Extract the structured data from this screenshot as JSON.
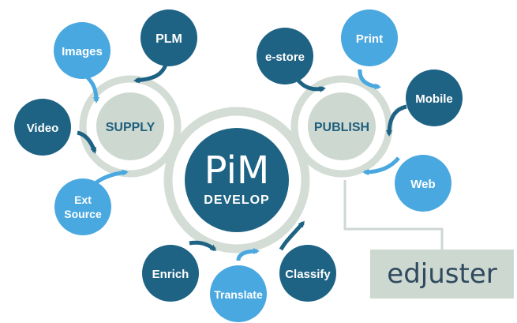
{
  "colors": {
    "dark": "#1e6384",
    "light": "#4aa8e0",
    "ring": "#d3ddd6",
    "hub_fill": "#cdd8d1",
    "logo_box": "#cdd8d1"
  },
  "center": {
    "title": "PiM",
    "subtitle": "DEVELOP"
  },
  "hubs": {
    "supply": "SUPPLY",
    "publish": "PUBLISH"
  },
  "nodes": {
    "plm": "PLM",
    "images": "Images",
    "video": "Video",
    "ext_source_line1": "Ext",
    "ext_source_line2": "Source",
    "estore": "e-store",
    "print": "Print",
    "mobile": "Mobile",
    "web": "Web",
    "enrich": "Enrich",
    "translate": "Translate",
    "classify": "Classify"
  },
  "logo": {
    "text": "edjuster"
  }
}
